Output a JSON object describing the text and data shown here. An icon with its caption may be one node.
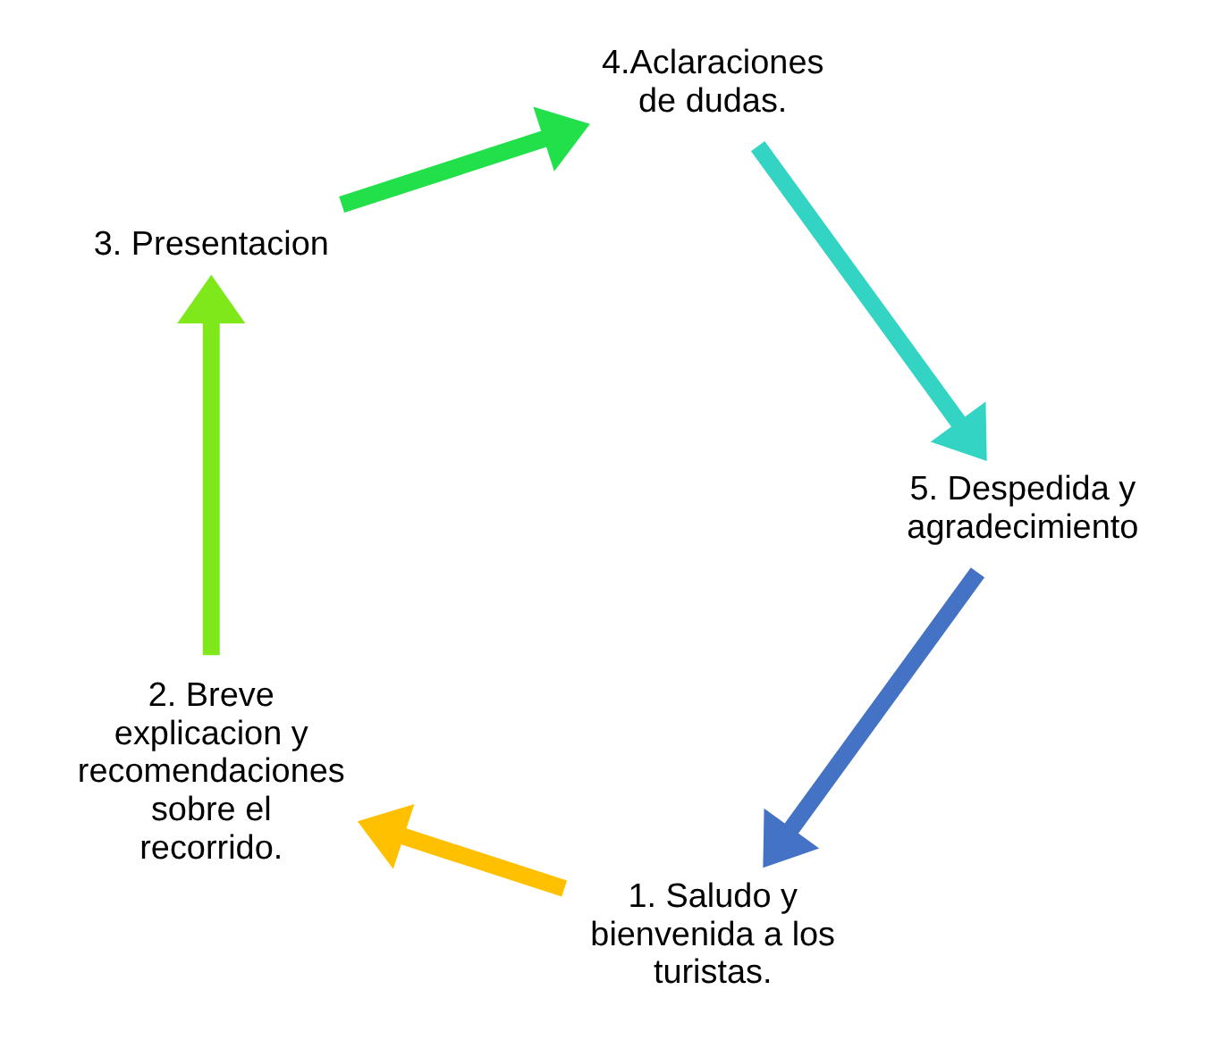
{
  "diagram": {
    "nodes": [
      {
        "text": [
          "1. Saludo y bienvenida a los turistas."
        ]
      },
      {
        "text": [
          "2. Breve explicacion y recomendaciones sobre el recorrido."
        ]
      },
      {
        "text": [
          "3. Presentacion"
        ]
      },
      {
        "text": [
          "4.Aclaraciones de dudas."
        ]
      },
      {
        "text": [
          "5. Despedida y agradecimiento"
        ]
      }
    ],
    "edges": [
      {
        "from": 4,
        "to": 0,
        "arrow": "to",
        "color": "#4472c4"
      },
      {
        "from": 0,
        "to": 1,
        "arrow": "to",
        "color": "#ffc000"
      },
      {
        "from": 1,
        "to": 2,
        "arrow": "to",
        "color": "#7ee81a"
      },
      {
        "from": 2,
        "to": 3,
        "arrow": "to",
        "color": "#22e04a"
      },
      {
        "from": 3,
        "to": 4,
        "arrow": "to",
        "color": "#33d4c4"
      }
    ]
  }
}
